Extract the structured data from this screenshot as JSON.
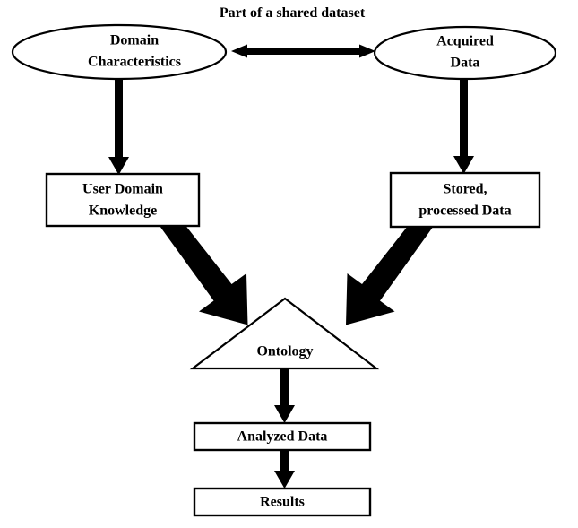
{
  "diagram": {
    "title": "Part of a shared dataset",
    "background_color": "#ffffff",
    "line_color": "#000000",
    "nodes": {
      "domain_characteristics": {
        "label_line1": "Domain",
        "label_line2": "Characteristics",
        "shape": "ellipse"
      },
      "acquired_data": {
        "label_line1": "Acquired",
        "label_line2": "Data",
        "shape": "ellipse"
      },
      "user_domain_knowledge": {
        "label_line1": "User Domain",
        "label_line2": "Knowledge",
        "shape": "rectangle"
      },
      "stored_processed_data": {
        "label_line1": "Stored,",
        "label_line2": "processed Data",
        "shape": "rectangle"
      },
      "ontology": {
        "label": "Ontology",
        "shape": "triangle"
      },
      "analyzed_data": {
        "label": "Analyzed Data",
        "shape": "rectangle"
      },
      "results": {
        "label": "Results",
        "shape": "rectangle"
      }
    },
    "edges": [
      {
        "name": "domain-characteristics-to-acquired-data",
        "type": "bidirectional-horizontal-arrow"
      },
      {
        "name": "domain-characteristics-to-user-domain-knowledge",
        "type": "vertical-arrow-down"
      },
      {
        "name": "acquired-data-to-stored-processed-data",
        "type": "vertical-arrow-down"
      },
      {
        "name": "user-domain-knowledge-to-ontology",
        "type": "diagonal-arrow-down-right"
      },
      {
        "name": "stored-processed-data-to-ontology",
        "type": "diagonal-arrow-down-left"
      },
      {
        "name": "ontology-to-analyzed-data",
        "type": "vertical-arrow-down"
      },
      {
        "name": "analyzed-data-to-results",
        "type": "vertical-arrow-down"
      }
    ]
  }
}
